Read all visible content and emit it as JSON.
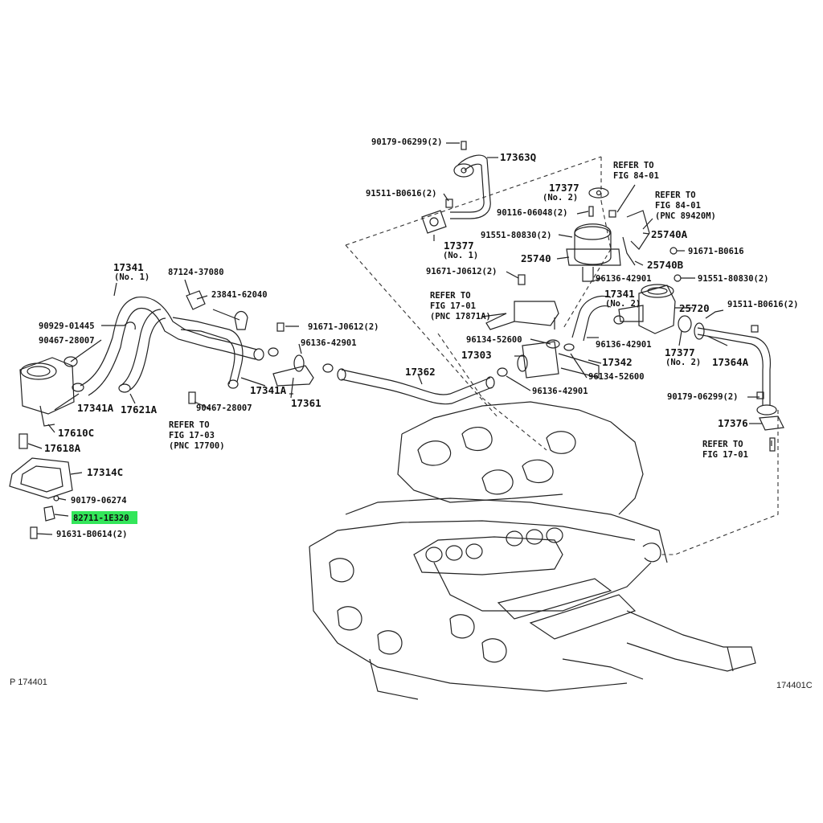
{
  "diagram": {
    "page_left": "P  174401",
    "page_right": "174401C",
    "labels": {
      "p17363Q": "17363Q",
      "p90179a": "90179-06299(2)",
      "p91511a": "91511-B0616(2)",
      "p17377n1": "17377",
      "p17377n1sub": "(No. 1)",
      "p17377n2a": "17377",
      "p17377n2asub": "(No. 2)",
      "p90116": "90116-06048(2)",
      "p91551a": "91551-80830(2)",
      "p25740": "25740",
      "p25740A": "25740A",
      "p25740B": "25740B",
      "p91671b": "91671-B0616",
      "ref84a1": "REFER TO",
      "ref84a2": "FIG 84-01",
      "ref84b1": "REFER TO",
      "ref84b2": "FIG 84-01",
      "ref84b3": "(PNC 89420M)",
      "p91671j2": "91671-J0612(2)",
      "p96136a": "96136-42901",
      "p91551b": "91551-80830(2)",
      "p17341n2": "17341",
      "p17341n2sub": "(No. 2)",
      "p25720": "25720",
      "p91511b": "91511-B0616(2)",
      "ref17871_1": "REFER TO",
      "ref17871_2": "FIG 17-01",
      "ref17871_3": "(PNC 17871A)",
      "p96134a": "96134-52600",
      "p96136b": "96136-42901",
      "p17303": "17303",
      "p17342": "17342",
      "p96134b": "96134-52600",
      "p96136c": "96136-42901",
      "p17377n2b": "17377",
      "p17377n2bsub": "(No. 2)",
      "p17364A": "17364A",
      "p90179b": "90179-06299(2)",
      "p17376": "17376",
      "ref1701_1": "REFER TO",
      "ref1701_2": "FIG 17-01",
      "p17341n1": "17341",
      "p17341n1sub": "(No. 1)",
      "p87124": "87124-37080",
      "p23841": "23841-62040",
      "p90929": "90929-01445",
      "p90467a": "90467-28007",
      "p91671j": "91671-J0612(2)",
      "p96136d": "96136-42901",
      "p17362": "17362",
      "p17341A_a": "17341A",
      "p17621A": "17621A",
      "p17610C": "17610C",
      "p17618A": "17618A",
      "p90467b": "90467-28007",
      "ref1703_1": "REFER TO",
      "ref1703_2": "FIG 17-03",
      "ref1703_3": "(PNC 17700)",
      "p17341A_b": "17341A",
      "p17361": "17361",
      "p17314C": "17314C",
      "p90179c": "90179-06274",
      "p82711": "82711-1E320",
      "p91631": "91631-B0614(2)"
    },
    "highlight_color": "#33e65a"
  }
}
